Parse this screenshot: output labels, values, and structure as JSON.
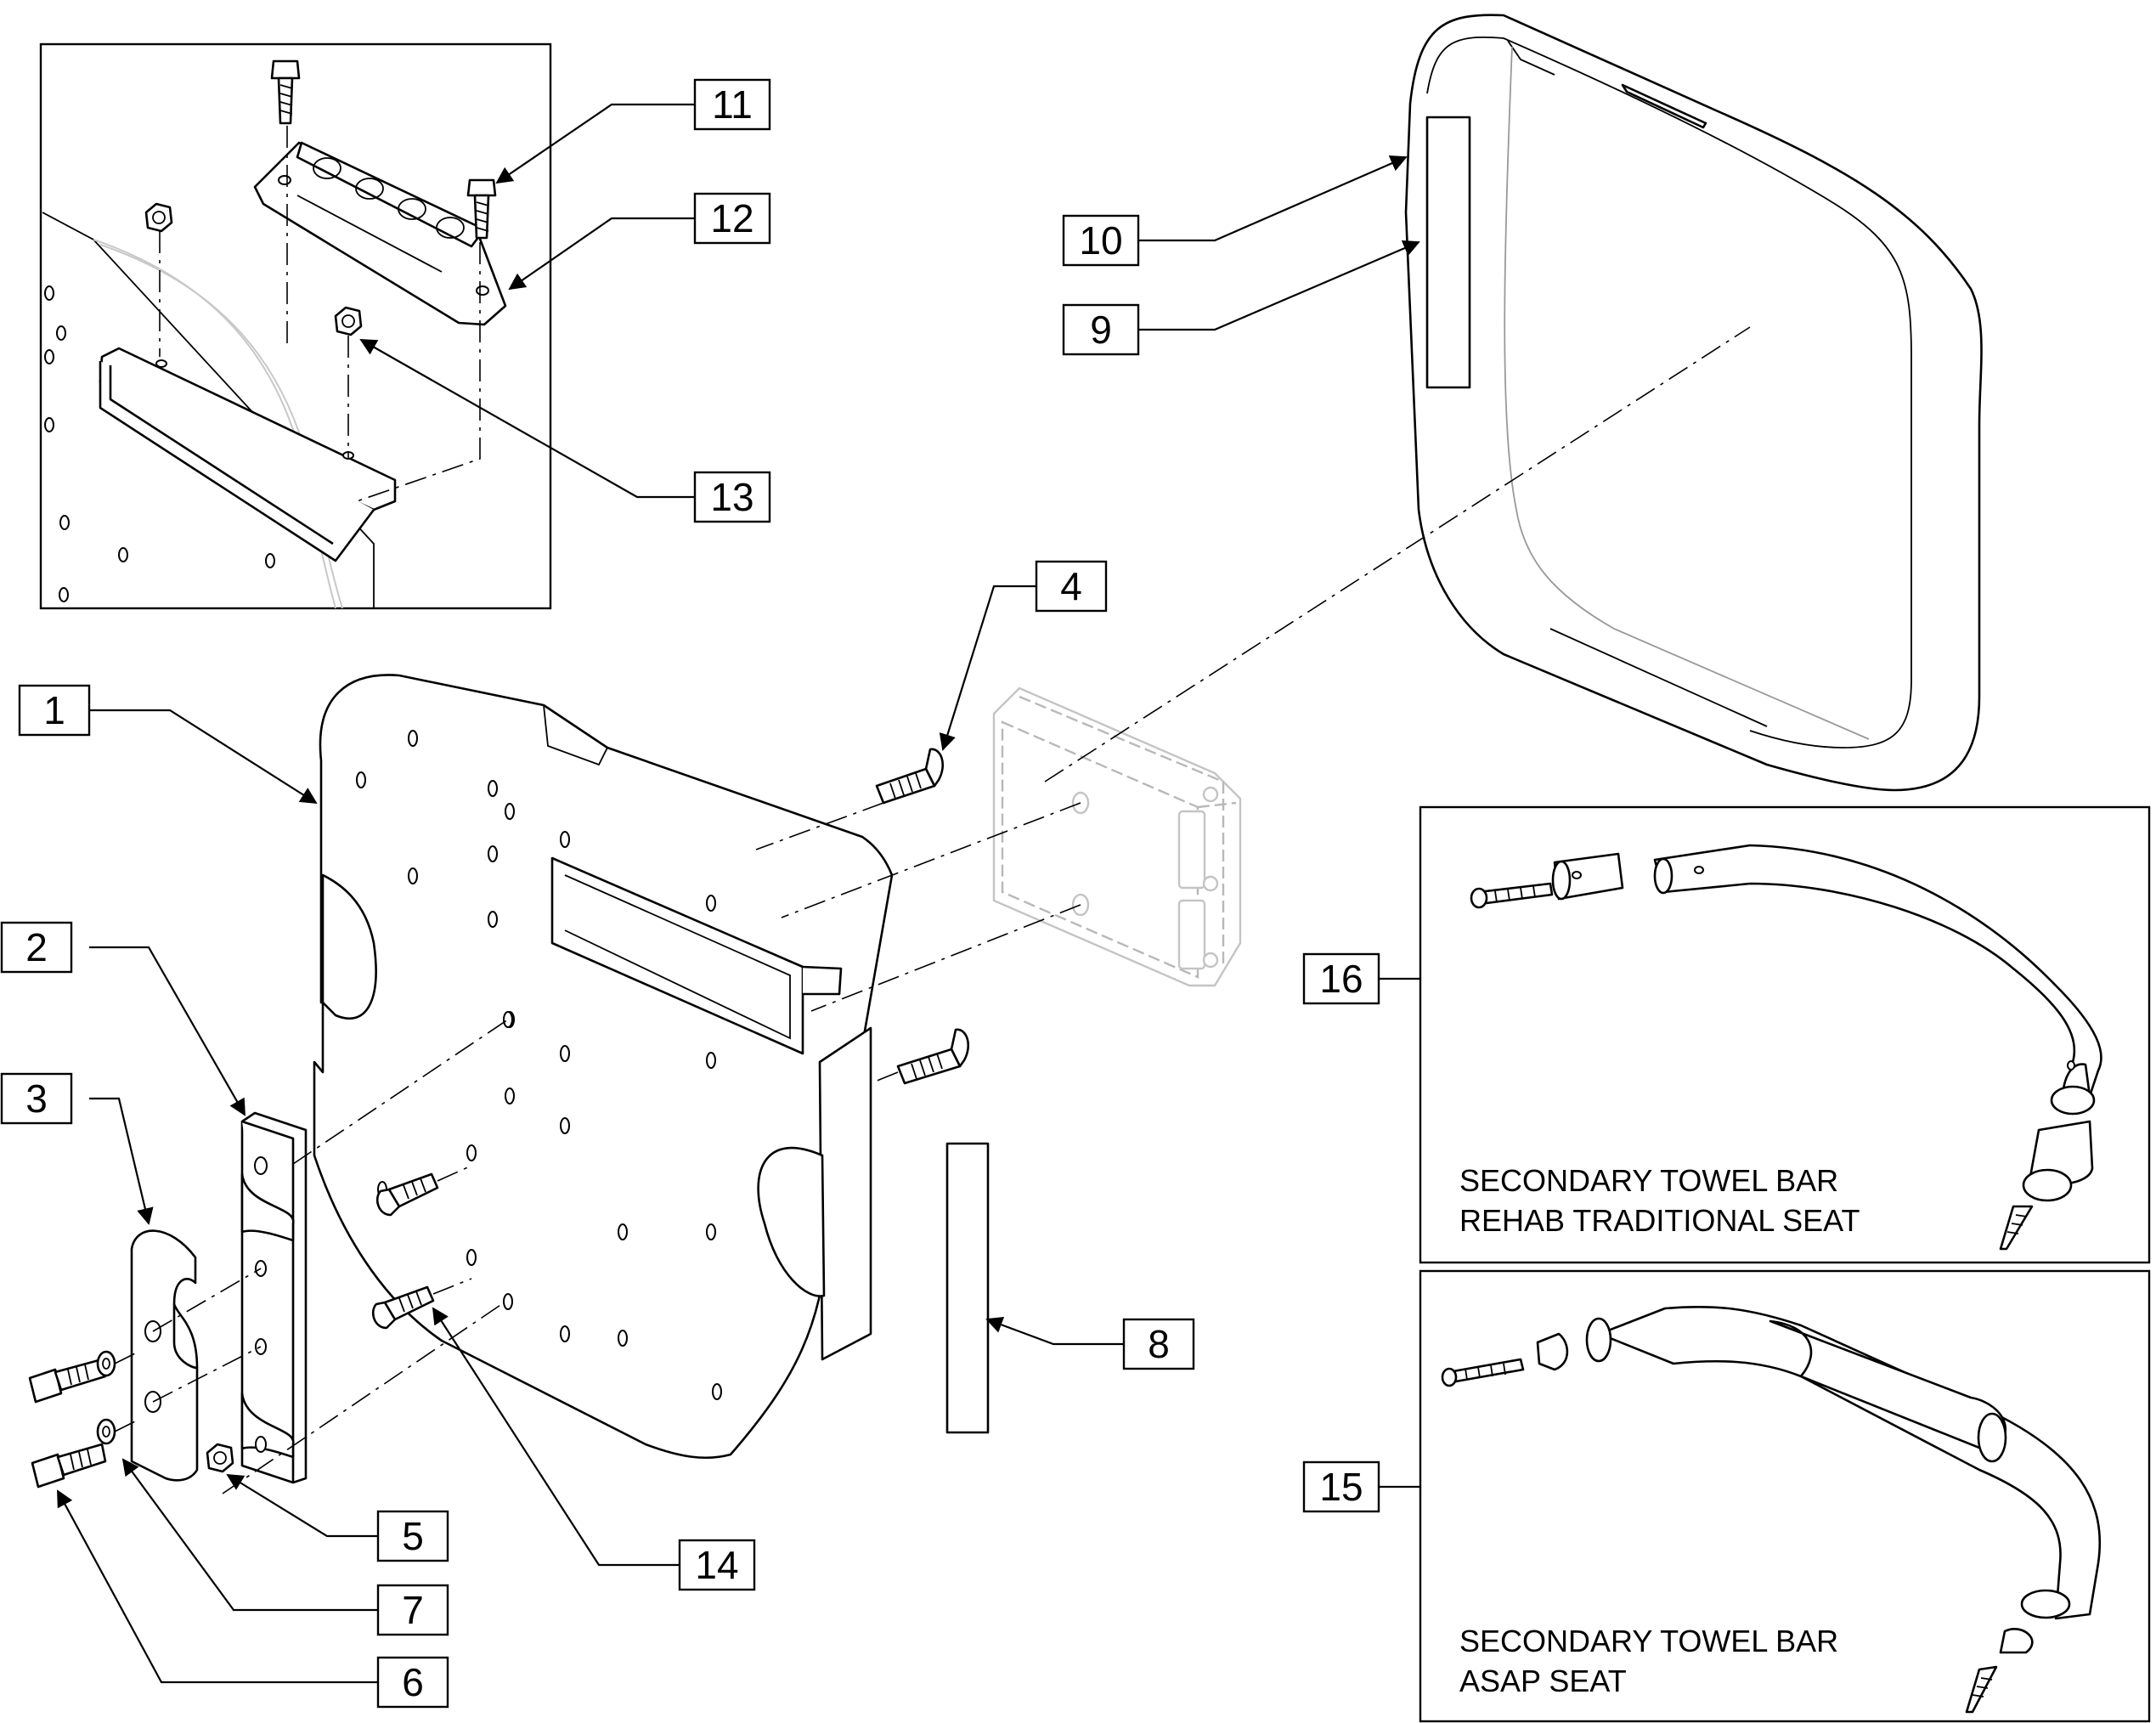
{
  "callouts": [
    "1",
    "2",
    "3",
    "4",
    "5",
    "6",
    "7",
    "8",
    "9",
    "10",
    "11",
    "12",
    "13",
    "14",
    "15",
    "16"
  ],
  "notes": {
    "towel_bar_rehab": [
      "SECONDARY TOWEL BAR",
      "REHAB TRADITIONAL SEAT"
    ],
    "towel_bar_asap": [
      "SECONDARY TOWEL BAR",
      "ASAP SEAT"
    ]
  }
}
